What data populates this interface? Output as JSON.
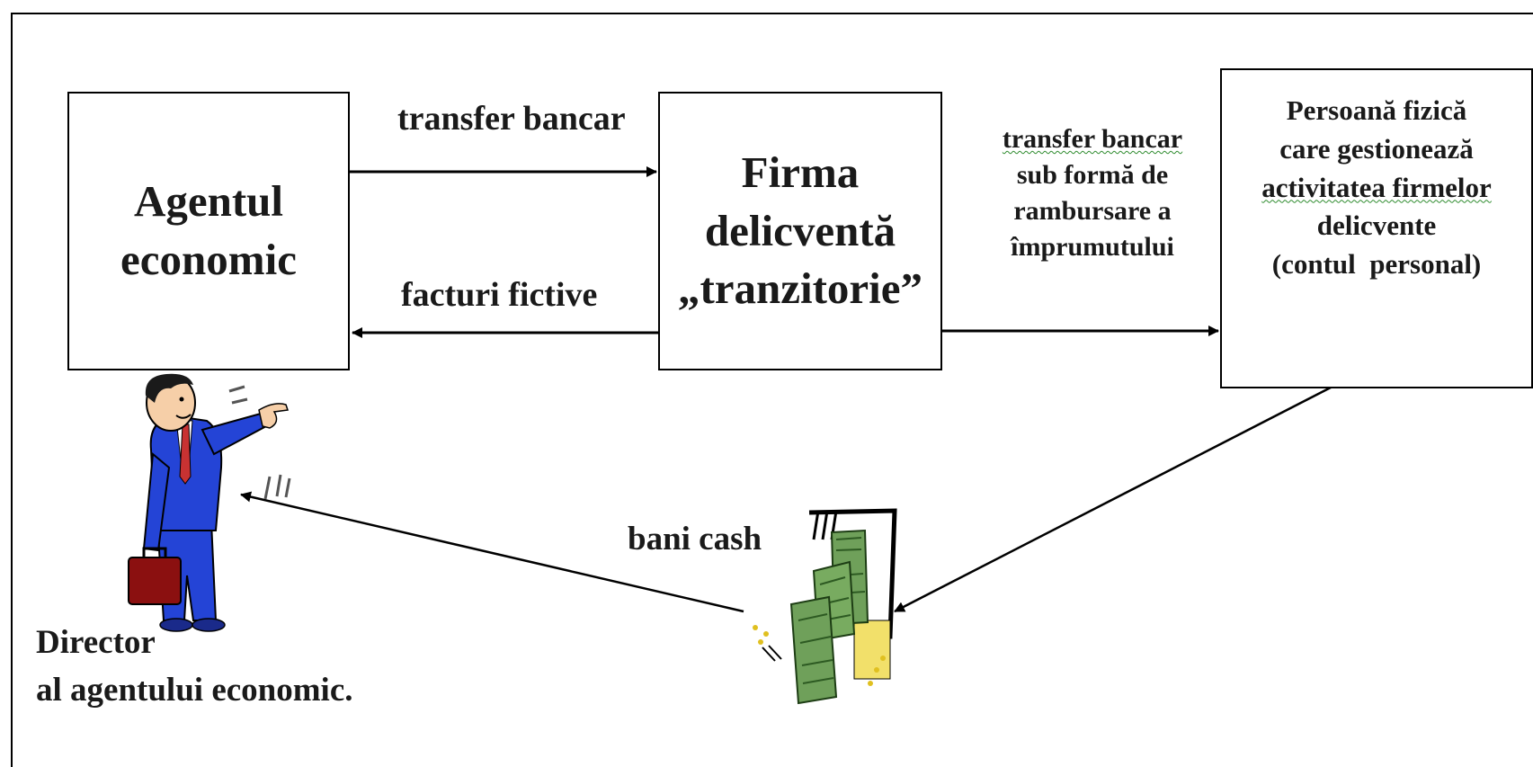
{
  "boxes": {
    "agent": [
      "Agentul",
      "economic"
    ],
    "firma": [
      "Firma",
      "delicventă",
      "„tranzitorie”"
    ],
    "persoana": [
      "Persoană fizică",
      "care gestionează",
      "activitatea firmelor",
      "delicvente",
      "(contul  personal)"
    ]
  },
  "labels": {
    "top_transfer": "transfer bancar",
    "facturi": "facturi fictive",
    "transfer_rambursare": [
      "transfer bancar",
      "sub formă de",
      "rambursare a",
      "împrumutului"
    ],
    "bani_cash": "bani cash",
    "director": [
      "Director",
      "al agentului economic."
    ]
  },
  "icons": {
    "person": "businessman-pointing-icon",
    "money": "cash-money-icon"
  },
  "colors": {
    "suit": "#2444d6",
    "briefcase": "#8b1010",
    "money": "#6fa05a",
    "squiggle": "#2e8b2e"
  }
}
